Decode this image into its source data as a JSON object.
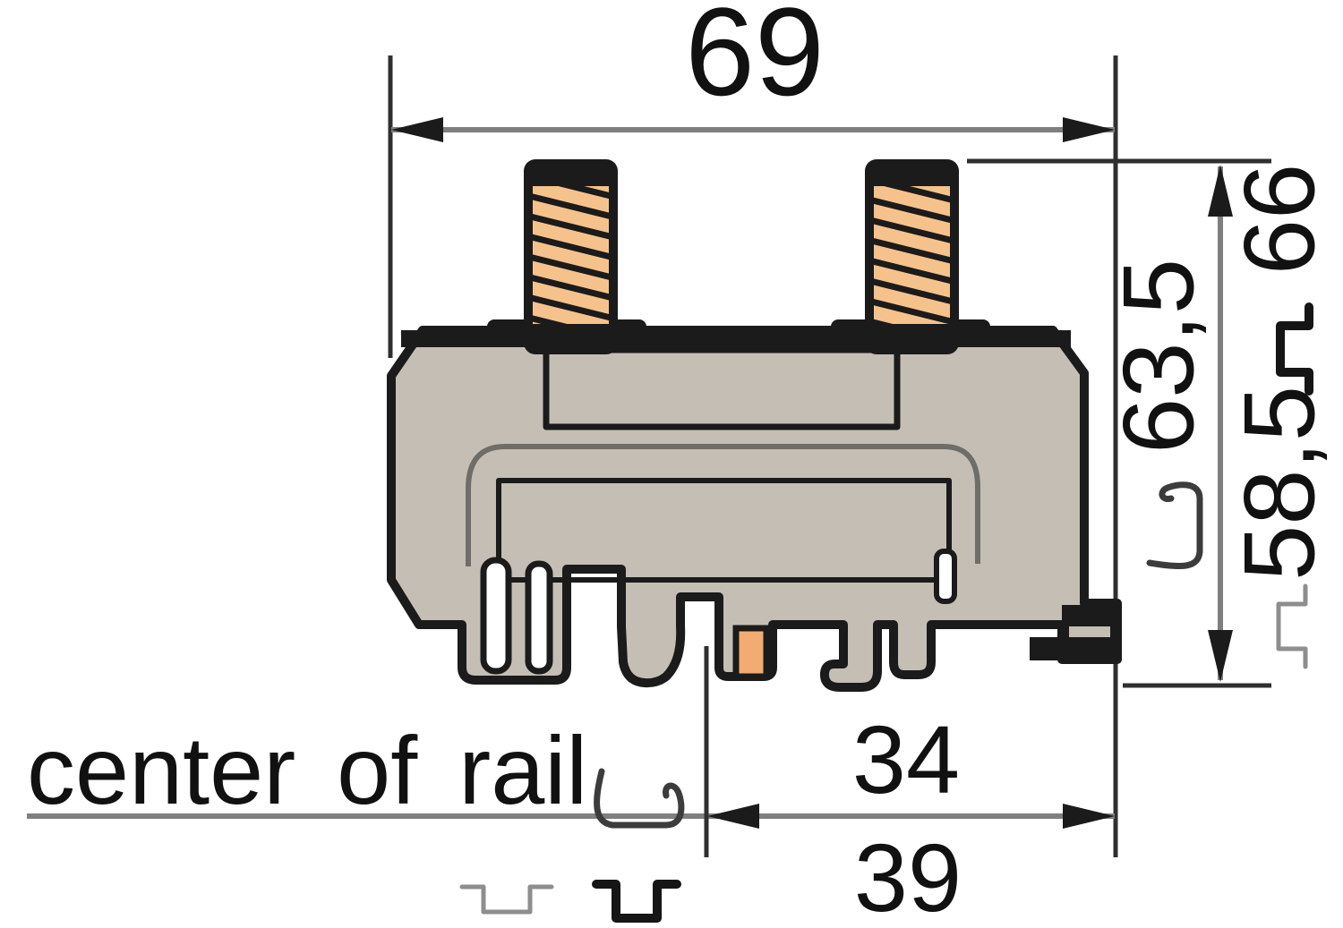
{
  "labels": {
    "width_top": "69",
    "offset_a": "34",
    "offset_b": "39",
    "height_total": "66",
    "height_mid": "63,5",
    "height_low": "58,5",
    "center_of_rail": "center of rail"
  },
  "symbols": {
    "inline_rail": "g-rail-profile-icon",
    "bottom_small": "ts-rail-profile-small-icon",
    "bottom_large": "ts-rail-profile-large-icon",
    "side_hat_black": "ts-rail-profile-rotated-icon",
    "side_hat_gray": "ts-rail-profile-rotated-gray-icon",
    "side_c_rail": "g-rail-profile-rotated-icon"
  },
  "colors": {
    "background": "#FFFFFF",
    "body": "#C5BEB5",
    "outline": "#1B1B1B",
    "contour": "#6E6D68",
    "thread": "#F6C28C",
    "pad": "#F2AC72",
    "dim_line": "#7F7F7F",
    "ext_line": "#2F2F2F",
    "text": "#111111",
    "rail_gray": "#8E8E8E"
  }
}
